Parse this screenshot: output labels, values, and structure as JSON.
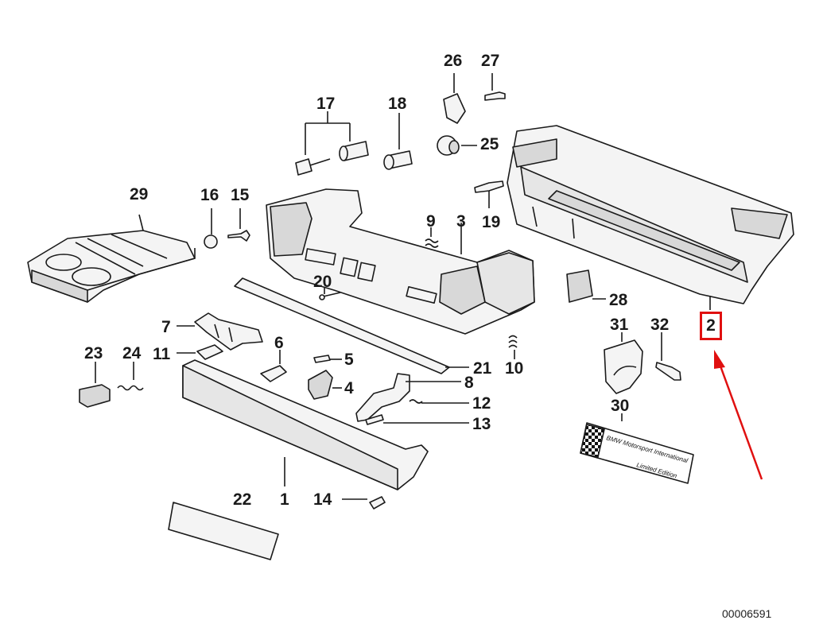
{
  "callouts": {
    "c1": "1",
    "c2": "2",
    "c3": "3",
    "c4": "4",
    "c5": "5",
    "c6": "6",
    "c7": "7",
    "c8": "8",
    "c9": "9",
    "c10": "10",
    "c11": "11",
    "c12": "12",
    "c13": "13",
    "c14": "14",
    "c15": "15",
    "c16": "16",
    "c17": "17",
    "c18": "18",
    "c19": "19",
    "c20": "20",
    "c21": "21",
    "c22": "22",
    "c23": "23",
    "c24": "24",
    "c25": "25",
    "c26": "26",
    "c27": "27",
    "c28": "28",
    "c29": "29",
    "c30": "30",
    "c31": "31",
    "c32": "32"
  },
  "plaque": {
    "line1": "BMW Motorsport International",
    "line2": "Limited Edition"
  },
  "document_number": "00006591",
  "colors": {
    "line": "#1a1a1a",
    "highlight": "#e01010",
    "part_fill": "#f4f4f4",
    "part_shade": "#d8d8d8"
  }
}
